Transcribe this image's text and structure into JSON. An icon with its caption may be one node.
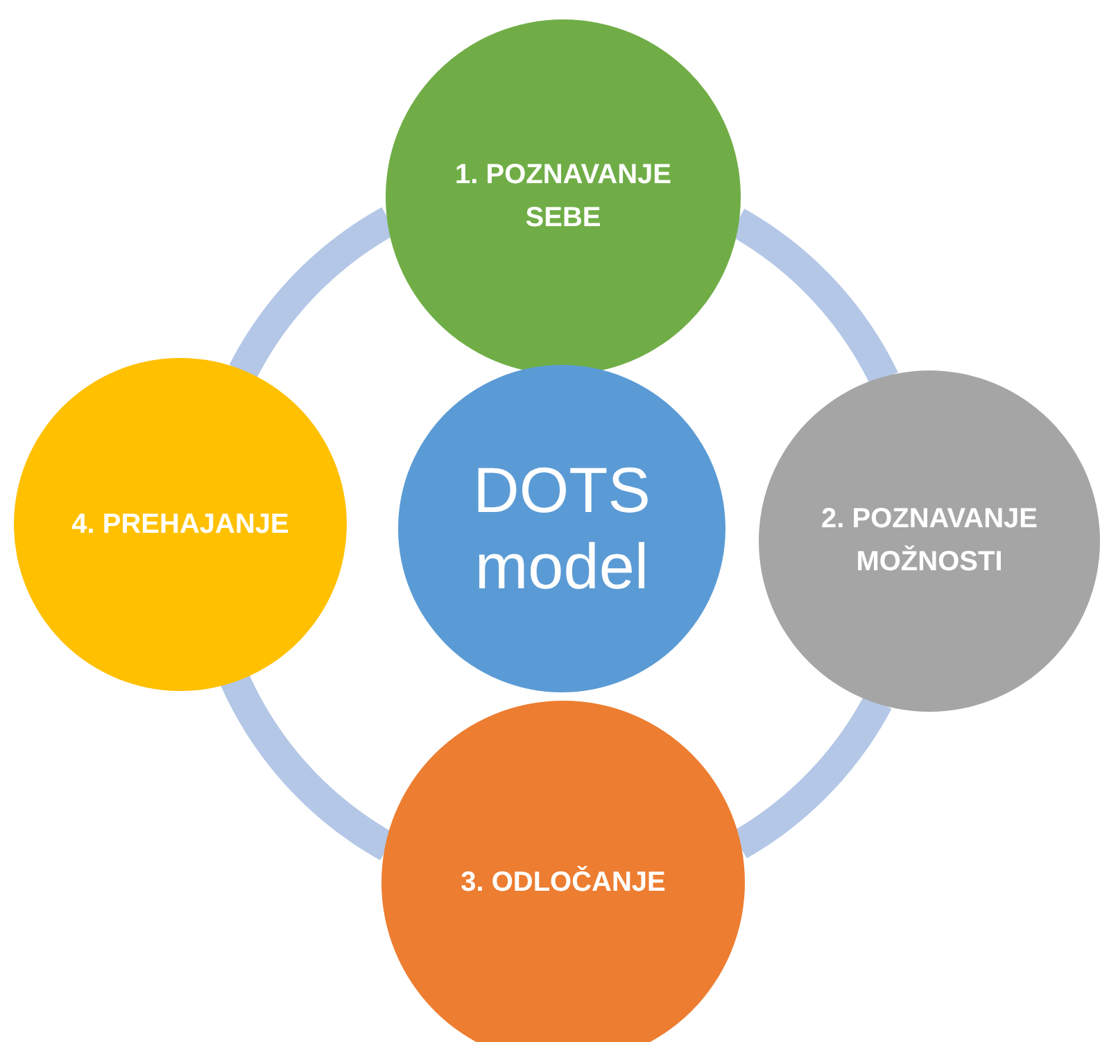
{
  "diagram": {
    "nodes": [
      {
        "text": [
          "1. POZNAVANJE SEBE"
        ]
      },
      {
        "text": [
          "2. POZNAVANJE MOŽNOSTI"
        ]
      },
      {
        "text": [
          "3. ODLOČANJE"
        ]
      },
      {
        "text": [
          "4. PREHAJANJE"
        ]
      },
      {
        "text": [
          "DOTS model"
        ]
      }
    ],
    "edges": [
      {
        "from": 0,
        "to": 1,
        "arrow": "none"
      },
      {
        "from": 1,
        "to": 2,
        "arrow": "none"
      },
      {
        "from": 2,
        "to": 3,
        "arrow": "none"
      },
      {
        "from": 3,
        "to": 0,
        "arrow": "none"
      }
    ]
  }
}
